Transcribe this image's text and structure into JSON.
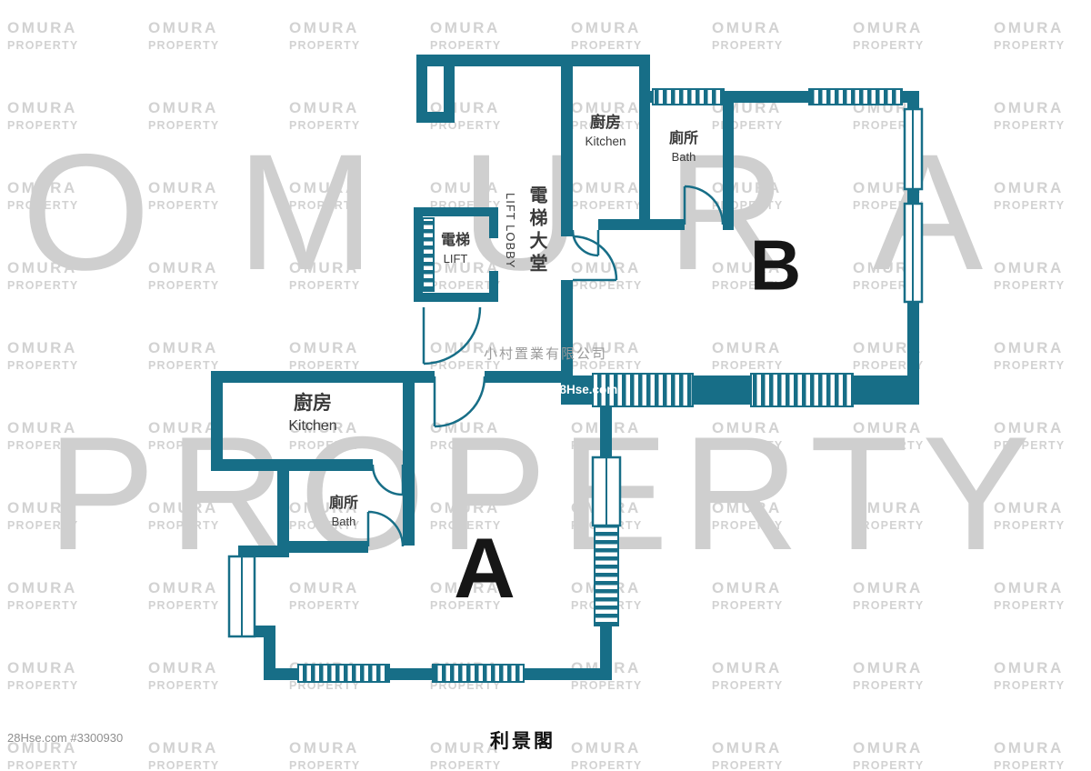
{
  "watermark": {
    "brand_line1": "OMURA",
    "brand_line2": "PROPERTY",
    "agency": "小村置業有限公司",
    "site": "28Hse.com"
  },
  "footer": {
    "listing_ref": "28Hse.com #3300930",
    "building_name": "利景閣"
  },
  "units": {
    "a": "A",
    "b": "B"
  },
  "rooms": {
    "kitchen_b": {
      "zh": "廚房",
      "en": "Kitchen"
    },
    "bath_b": {
      "zh": "廁所",
      "en": "Bath"
    },
    "kitchen_a": {
      "zh": "廚房",
      "en": "Kitchen"
    },
    "bath_a": {
      "zh": "廁所",
      "en": "Bath"
    },
    "lift": {
      "zh": "電梯",
      "en": "LIFT"
    },
    "lift_lobby": {
      "zh": "電梯大堂",
      "en": "LIFT LOBBY"
    }
  },
  "colors": {
    "wall": "#176E87",
    "label": "#3A3A3A",
    "watermark": "#D2D2D2",
    "watermark_big": "#CFCFCF"
  }
}
